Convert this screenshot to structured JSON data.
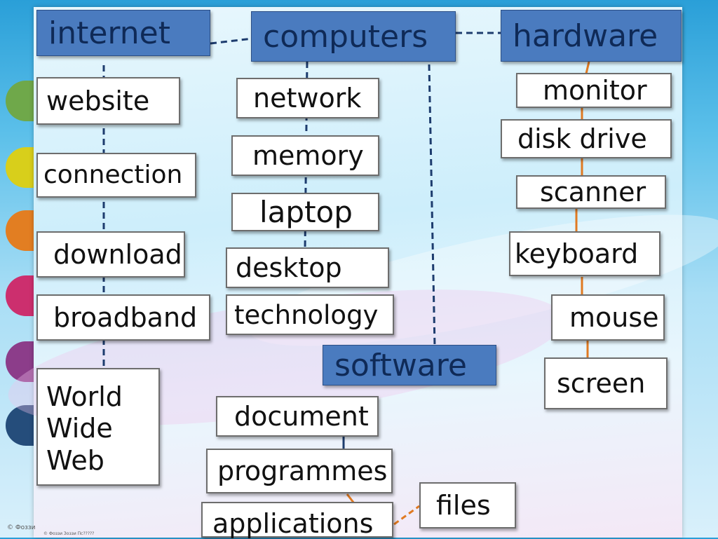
{
  "colors": {
    "header_bg": "#4a7bbf",
    "header_text": "#0f2a57",
    "line_dark": "#1d3c6e",
    "line_orange": "#e07a22"
  },
  "headers": {
    "internet": "internet",
    "computers": "computers",
    "hardware": "hardware",
    "software": "software"
  },
  "internet_items": [
    "website",
    "connection",
    "download",
    "broadband"
  ],
  "www": [
    "World",
    "Wide",
    "Web"
  ],
  "computers_items": [
    "network",
    "memory",
    "laptop",
    "desktop",
    "technology"
  ],
  "hardware_items": [
    "monitor",
    "disk drive",
    "scanner",
    "keyboard",
    "mouse",
    "screen"
  ],
  "software_items": [
    "document",
    "programmes",
    "applications",
    "files"
  ],
  "footer": {
    "left": "© Фоззи",
    "right": "© Фоззи Зоззи Пс?????"
  }
}
